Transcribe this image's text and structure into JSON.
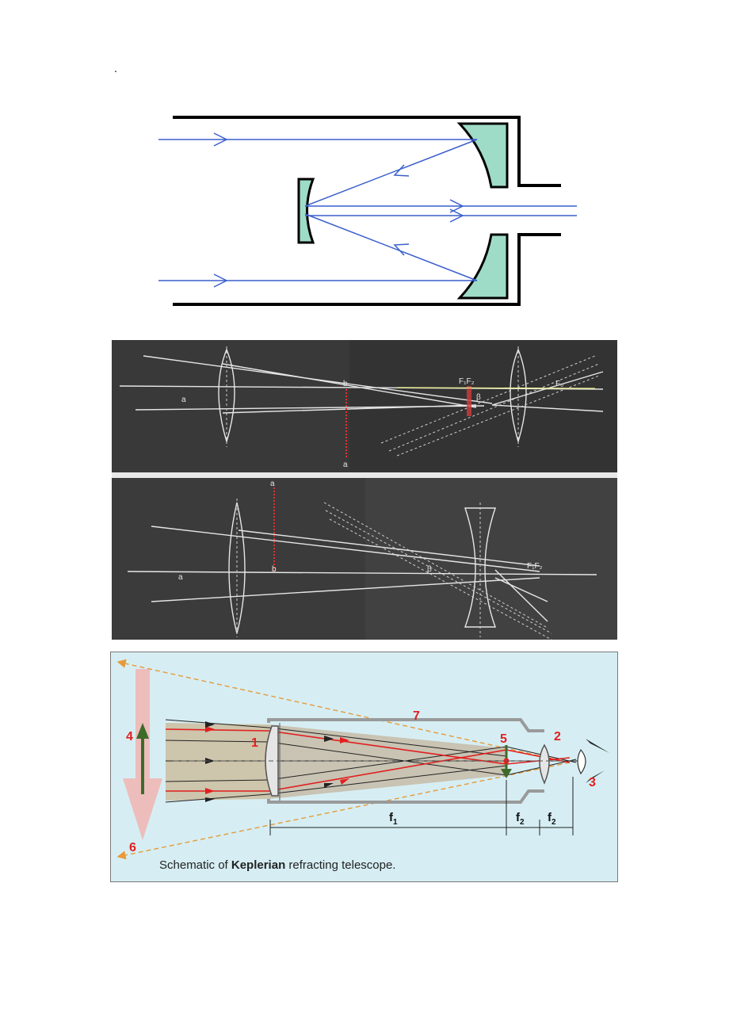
{
  "page": {
    "marker": "."
  },
  "keplerian": {
    "caption_prefix": "Schematic of ",
    "caption_bold": "Keplerian",
    "caption_suffix": " refracting telescope.",
    "labels": {
      "n1": "1",
      "n2": "2",
      "n3": "3",
      "n4": "4",
      "n5": "5",
      "n6": "6",
      "n7": "7"
    },
    "dims": {
      "f1": "f",
      "f1_sub": "1",
      "f2a": "f",
      "f2a_sub": "2",
      "f2b": "f",
      "f2b_sub": "2"
    }
  },
  "photo": {
    "top_labels": {
      "a": "a",
      "b": "b",
      "a2": "a",
      "ff": "F₁F₂",
      "b2": "β",
      "fo": "F₀"
    },
    "bottom_labels": {
      "a": "a",
      "b": "b",
      "a2": "a",
      "ff": "F₁F₂",
      "b2": "β"
    }
  },
  "colors": {
    "ray_blue": "#3a5fcd",
    "mirror_fill": "#9fdcc7",
    "panel_bg": "#d6eef3",
    "red": "#e21f1f",
    "green": "#3e6b2a",
    "orange": "#e69a3a"
  }
}
